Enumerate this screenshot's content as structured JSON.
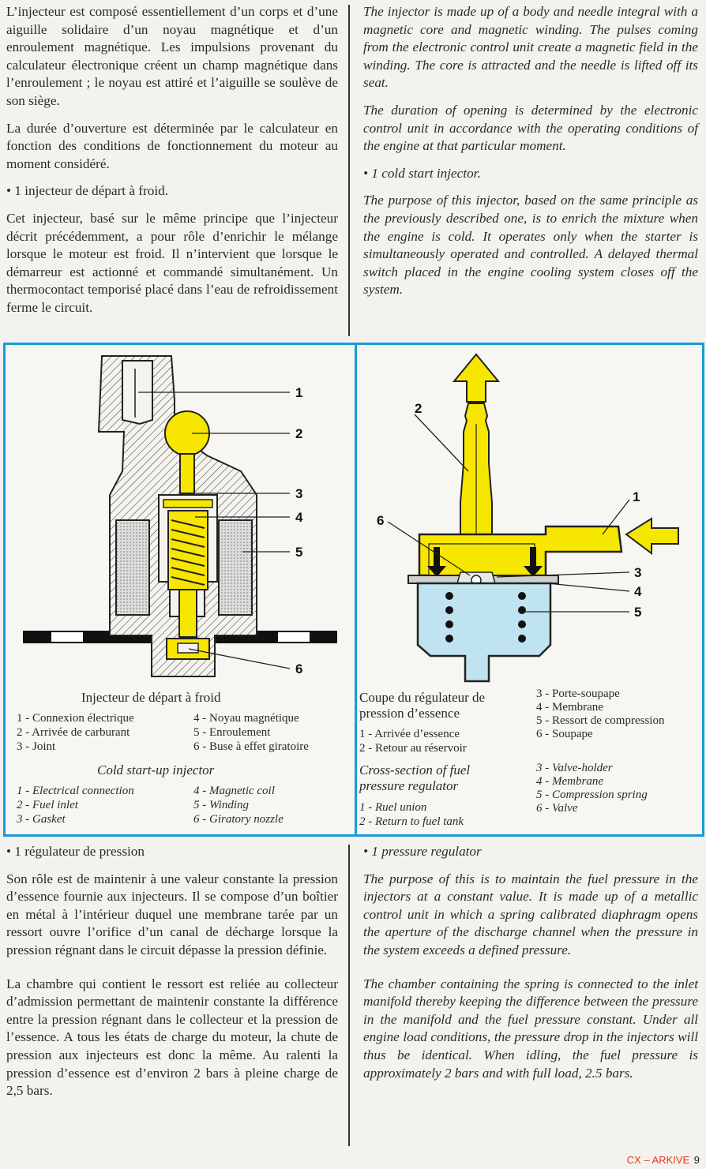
{
  "top": {
    "fr": [
      "L’injecteur est composé essentiellement d’un corps et d’une aiguille solidaire d’un noyau magnétique et d’un enroulement magnétique. Les impulsions provenant du calculateur électronique créent un champ magnétique dans l’enroulement ; le noyau est attiré et l’aiguille se soulève de son siège.",
      "La durée d’ouverture est déterminée par le calculateur en fonction des conditions de fonctionnement du moteur au moment considéré.",
      "•  1 injecteur de départ à froid.",
      "Cet injecteur, basé sur le même principe que l’injecteur décrit précédemment, a pour rôle d’enrichir le mélange lorsque le moteur est froid. Il n’intervient que lorsque le démarreur est actionné et commandé simultanément. Un thermocontact temporisé placé dans l’eau de refroidissement ferme le circuit."
    ],
    "en": [
      "The injector is made up of a body and needle integral with a magnetic core and magnetic winding. The pulses coming from the electronic control unit create a magnetic field in the winding. The core is attracted and the needle is lifted off its seat.",
      "The duration of opening is determined by the electronic control unit in accordance with the operating conditions of the engine at that particular moment.",
      "•  1 cold start injector.",
      "The purpose of this injector, based on the same principle as the previously described one, is to enrich the mixture when the engine is cold. It operates only when the starter is simultaneously operated and controlled. A delayed thermal switch placed in the engine cooling system closes off the system."
    ]
  },
  "fig_left": {
    "callouts": [
      "1",
      "2",
      "3",
      "4",
      "5",
      "6"
    ],
    "title_fr": "Injecteur de départ à froid",
    "legend_fr_a": [
      "1 - Connexion électrique",
      "2 - Arrivée de carburant",
      "3 - Joint"
    ],
    "legend_fr_b": [
      "4 - Noyau magnétique",
      "5 - Enroulement",
      "6 - Buse à effet giratoire"
    ],
    "title_en": "Cold start-up injector",
    "legend_en_a": [
      "1 - Electrical connection",
      "2 - Fuel inlet",
      "3 - Gasket"
    ],
    "legend_en_b": [
      "4 - Magnetic coil",
      "5 - Winding",
      "6 - Giratory nozzle"
    ]
  },
  "fig_right": {
    "callouts": [
      "1",
      "2",
      "3",
      "4",
      "5",
      "6"
    ],
    "title_fr": [
      "Coupe du régulateur de",
      "pression d’essence"
    ],
    "legend_fr_a": [
      "1 - Arrivée d’essence",
      "2 - Retour au réservoir"
    ],
    "legend_fr_b": [
      "3 - Porte-soupape",
      "4 - Membrane",
      "5 - Ressort de compression",
      "6 - Soupape"
    ],
    "title_en": [
      "Cross-section of fuel",
      "pressure regulator"
    ],
    "legend_en_a": [
      "1 - Ruel union",
      "2 - Return to fuel tank"
    ],
    "legend_en_b": [
      "3 - Valve-holder",
      "4 - Membrane",
      "5 - Compression spring",
      "6 - Valve"
    ]
  },
  "bottom": {
    "fr": [
      "•  1 régulateur de pression",
      "Son rôle est de maintenir à une valeur constante la pression d’essence fournie aux injecteurs. Il se compose d’un boîtier en métal à l’intérieur duquel une membrane tarée par un ressort ouvre l’orifice d’un canal de décharge lorsque la pression régnant dans le circuit dépasse la pression définie.",
      "La chambre qui contient le ressort est reliée au collecteur d’admission permettant de maintenir constante la différence entre la pression régnant dans le collecteur et la pression de l’essence. A tous les états de charge du moteur, la chute de pression aux injecteurs est donc la même. Au ralenti la pression d’essence est d’environ 2 bars à pleine charge de 2,5 bars."
    ],
    "en": [
      "•  1 pressure regulator",
      "The purpose of this is to maintain the fuel pressure in the injectors at a constant value. It is made up of a metallic control unit in which a spring calibrated diaphragm opens the aperture of the discharge channel when the pressure in the system exceeds a defined pressure.",
      "The chamber containing the spring is connected to the inlet manifold thereby keeping the difference between the pressure in the manifold and the fuel pressure constant. Under all engine load conditions, the pressure drop in the injectors will thus be identical. When idling, the fuel pressure is approximately 2 bars and with full load, 2.5 bars."
    ]
  },
  "footer": {
    "page": "9",
    "brand": "CX – ARKIVE"
  },
  "colors": {
    "frame": "#1a9bd7",
    "fuel": "#f7e600",
    "coolant": "#bfe3f0"
  }
}
